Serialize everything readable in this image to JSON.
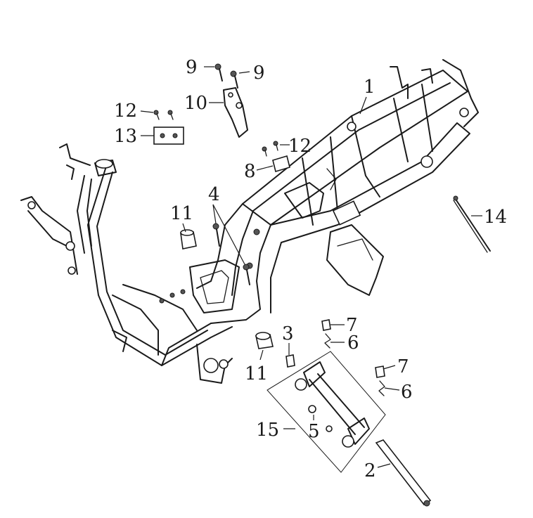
{
  "callouts": {
    "c1": "1",
    "c2": "2",
    "c3": "3",
    "c4": "4",
    "c5": "5",
    "c6a": "6",
    "c6b": "6",
    "c7a": "7",
    "c7b": "7",
    "c8": "8",
    "c9a": "9",
    "c9b": "9",
    "c10": "10",
    "c11a": "11",
    "c11b": "11",
    "c12a": "12",
    "c12b": "12",
    "c13": "13",
    "c14": "14",
    "c15": "15"
  }
}
